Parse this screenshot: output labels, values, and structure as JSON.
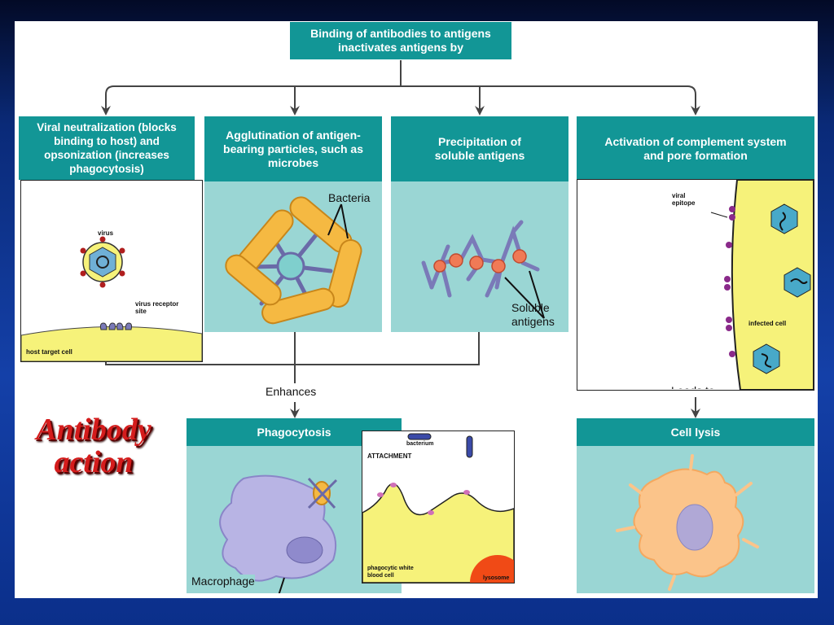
{
  "top_box": "Binding of antibodies to antigens inactivates antigens by",
  "branches": {
    "viral": "Viral neutralization (blocks binding to host) and opsonization (increases phagocytosis)",
    "agglutination": "Agglutination of antigen-bearing particles, such as microbes",
    "precipitation": "Precipitation of soluble antigens",
    "complement": "Activation of complement system and pore formation"
  },
  "labels": {
    "bacteria": "Bacteria",
    "soluble_antigens": "Soluble antigens",
    "enhances": "Enhances",
    "leads_to": "Leads to",
    "phagocytosis": "Phagocytosis",
    "cell_lysis": "Cell lysis",
    "macrophage": "Macrophage",
    "virus": "virus",
    "virus_receptor_site": "virus receptor site",
    "host_target_cell": "host target cell",
    "viral_epitope": "viral epitope",
    "infected_cell": "infected cell",
    "bacterium": "bacterium",
    "attachment": "ATTACHMENT",
    "phagocytic_wbc": "phagocytic white blood cell",
    "lysosome": "lysosome"
  },
  "slide_title": "Antibody action",
  "colors": {
    "teal": "#129696",
    "panel": "#9ad6d4",
    "title_red": "#d41c1c",
    "cell_yellow": "#f6f27a"
  }
}
